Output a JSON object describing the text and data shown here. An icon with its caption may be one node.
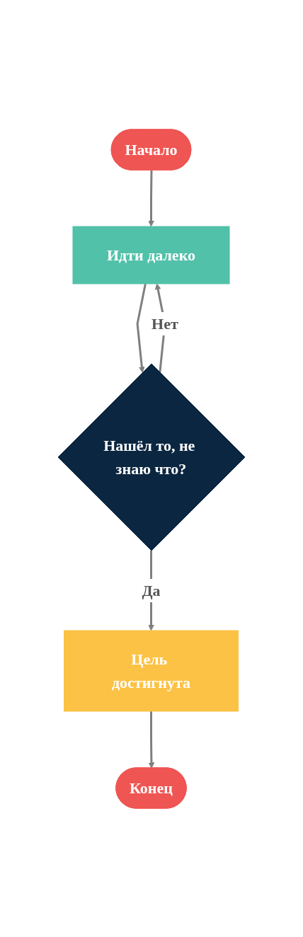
{
  "diagram": {
    "nodes": [
      {
        "text": [
          "Начало"
        ]
      },
      {
        "text": [
          "Идти далеко"
        ]
      },
      {
        "text": [
          "Нашёл то, не знаю что?"
        ]
      },
      {
        "text": [
          "Цель достигнута"
        ]
      },
      {
        "text": [
          "Конец"
        ]
      }
    ],
    "edges": [
      {
        "from": 0,
        "to": 1,
        "arrow": "to"
      },
      {
        "from": 1,
        "to": 2,
        "arrow": "to"
      },
      {
        "from": 2,
        "to": 1,
        "arrow": "to",
        "label": "Нет"
      },
      {
        "from": 2,
        "to": 3,
        "arrow": "to",
        "label": "Да"
      },
      {
        "from": 3,
        "to": 4,
        "arrow": "to"
      }
    ]
  }
}
